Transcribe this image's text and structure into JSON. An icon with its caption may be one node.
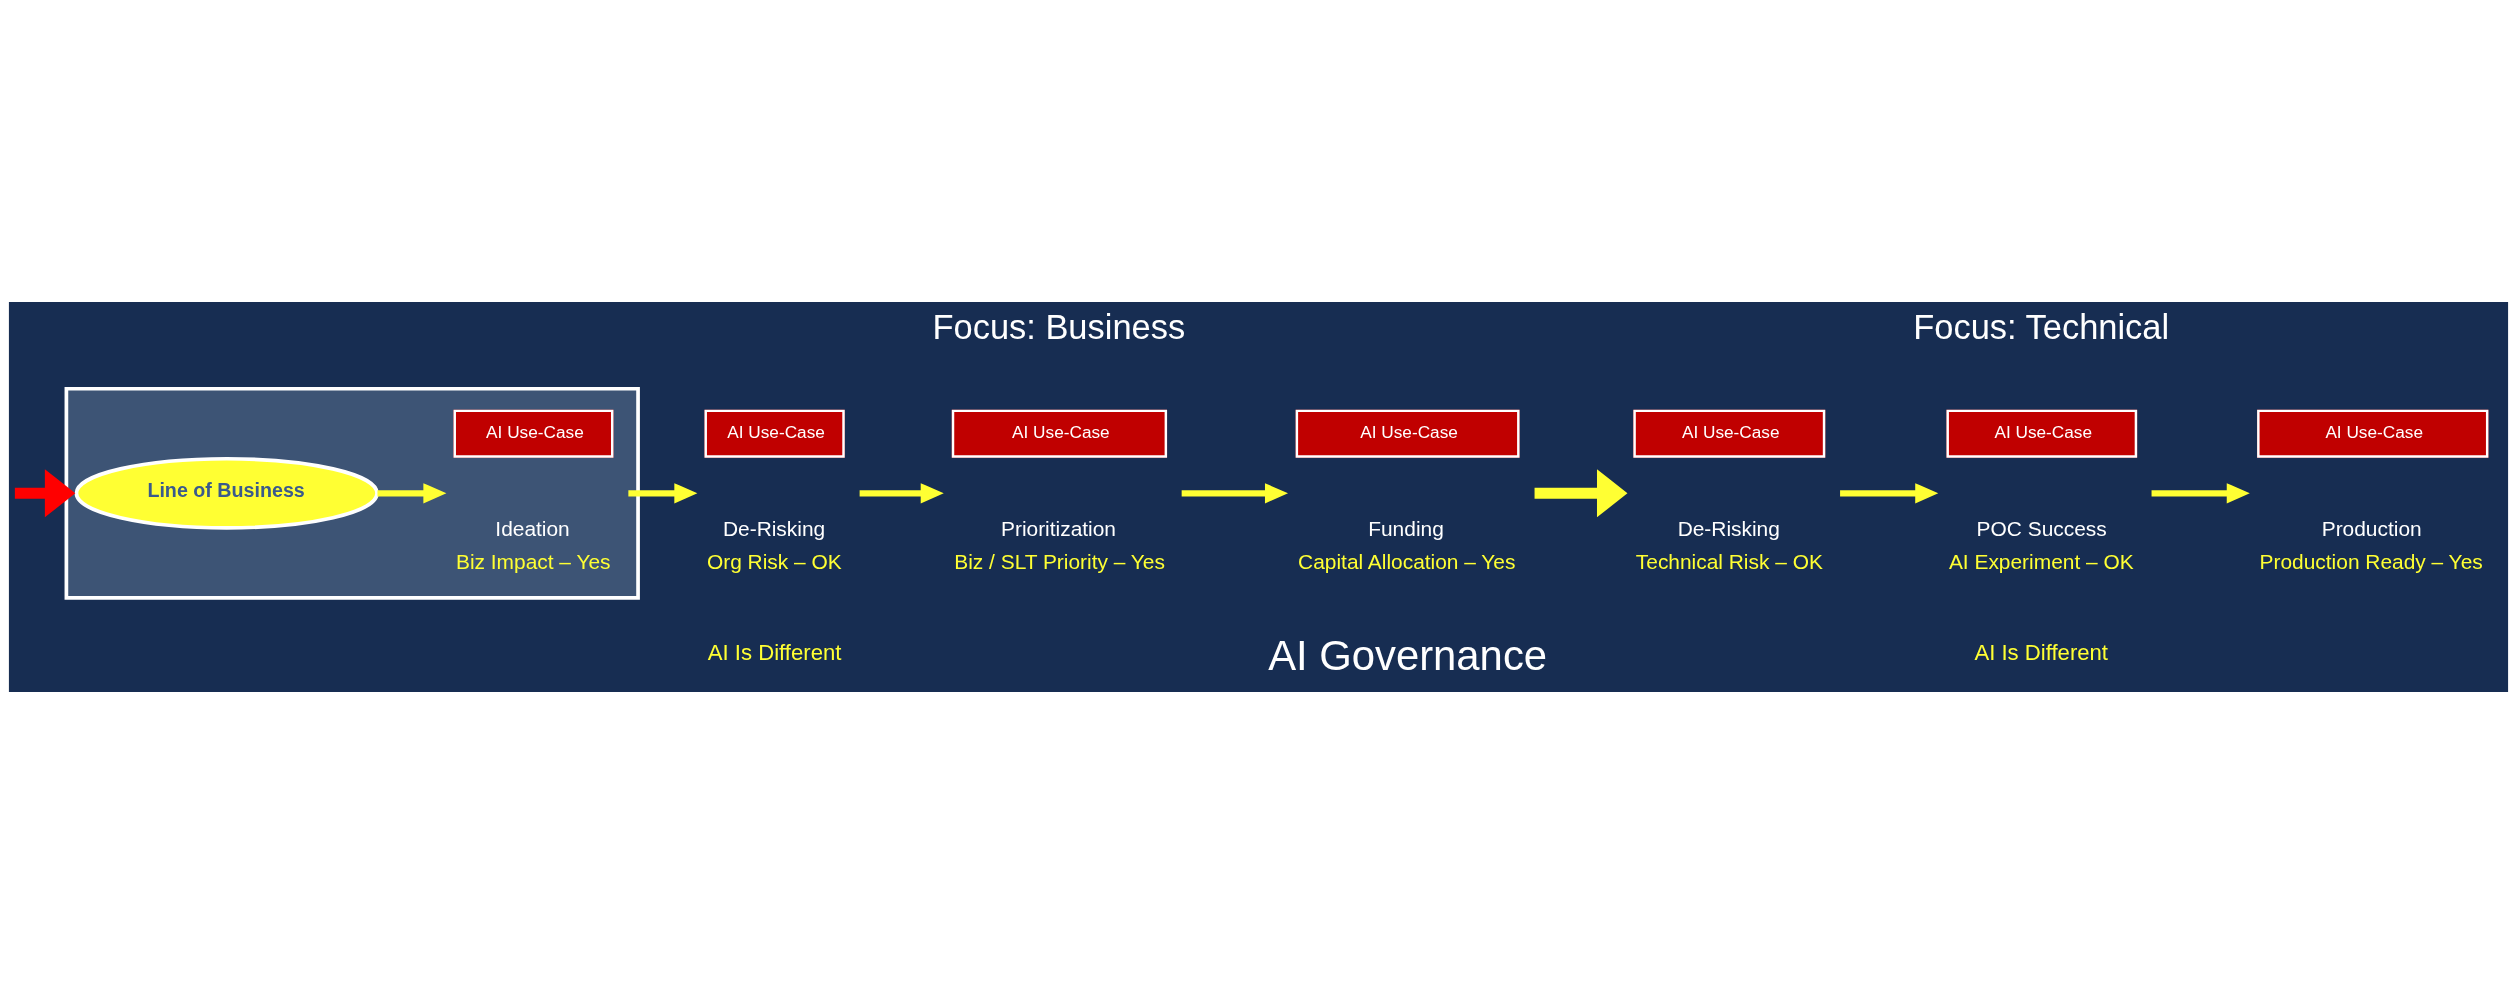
{
  "diagram": {
    "nodes": [
      {
        "text": [],
        "shape": "box"
      },
      {
        "text": [
          "Line of Business"
        ],
        "in": 0
      },
      {
        "text": [
          "AI Use-Case"
        ],
        "in": 0,
        "beside": [
          "Ideation",
          "Biz Impact – Yes"
        ]
      },
      {
        "text": [
          "AI Use-Case"
        ],
        "beside": [
          "De-Risking",
          "Org Risk – OK"
        ]
      },
      {
        "text": [
          "AI Use-Case"
        ],
        "beside": [
          "Prioritization",
          "Biz / SLT Priority – Yes"
        ]
      },
      {
        "text": [
          "AI Use-Case"
        ],
        "beside": [
          "Funding",
          "Capital Allocation – Yes"
        ]
      },
      {
        "text": [
          "AI Use-Case"
        ],
        "beside": [
          "De-Risking",
          "Technical Risk – OK"
        ]
      },
      {
        "text": [
          "AI Use-Case"
        ],
        "beside": [
          "POC Success",
          "AI Experiment – OK"
        ]
      },
      {
        "text": [
          "AI Use-Case"
        ],
        "beside": [
          "Production",
          "Production Ready – Yes"
        ]
      }
    ],
    "edges": [
      {
        "from": null,
        "to": 0,
        "arrow": "to",
        "style": "thick",
        "color": "#ff0000"
      },
      {
        "from": 1,
        "to": 2,
        "arrow": "to"
      },
      {
        "from": 2,
        "to": 3,
        "arrow": "to"
      },
      {
        "from": 3,
        "to": 4,
        "arrow": "to"
      },
      {
        "from": 4,
        "to": 5,
        "arrow": "to"
      },
      {
        "from": 5,
        "to": 6,
        "arrow": "to",
        "style": "thick"
      },
      {
        "from": 6,
        "to": 7,
        "arrow": "to"
      },
      {
        "from": 7,
        "to": 8,
        "arrow": "to"
      }
    ],
    "labels": [
      "Focus: Business",
      "Focus: Technical",
      "AI Is Different",
      "AI Is Different",
      "AI Governance"
    ]
  }
}
